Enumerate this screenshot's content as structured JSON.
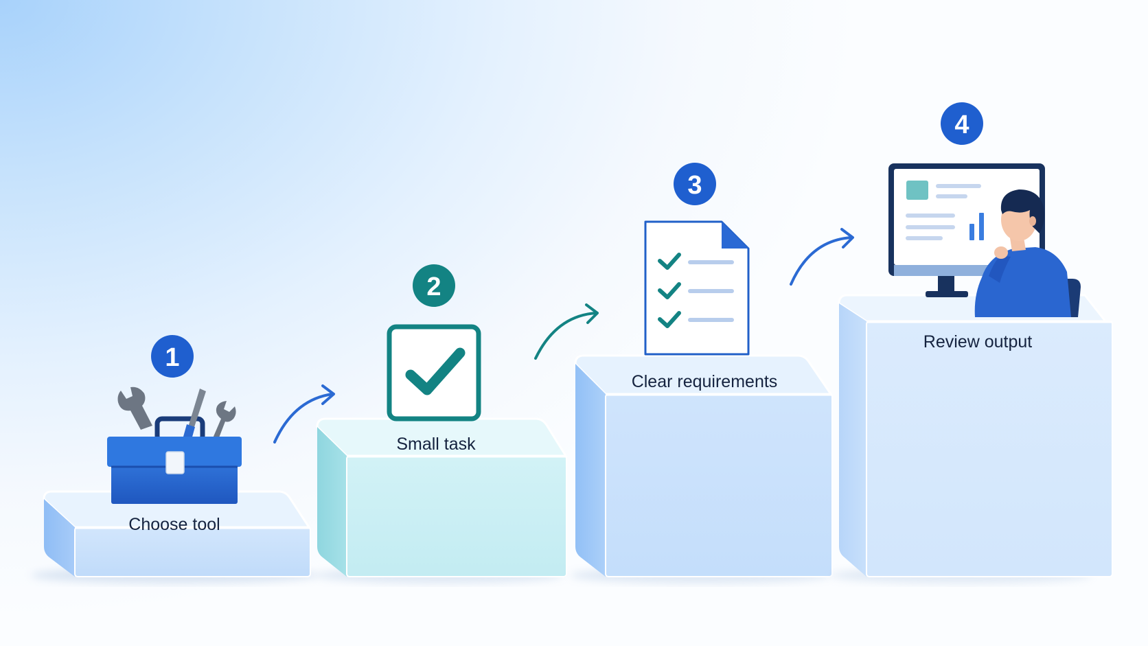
{
  "steps": [
    {
      "number": "1",
      "label": "Choose tool",
      "icon": "toolbox-icon",
      "badge_color": "#1f5fcf"
    },
    {
      "number": "2",
      "label": "Small task",
      "icon": "checkbox-icon",
      "badge_color": "#138383"
    },
    {
      "number": "3",
      "label": "Clear requirements",
      "icon": "checklist-document-icon",
      "badge_color": "#1f5fcf"
    },
    {
      "number": "4",
      "label": "Review output",
      "icon": "person-at-monitor-icon",
      "badge_color": "#1f5fcf"
    }
  ],
  "colors": {
    "primary_blue": "#1f5fcf",
    "teal": "#138383",
    "navy": "#18325e"
  }
}
